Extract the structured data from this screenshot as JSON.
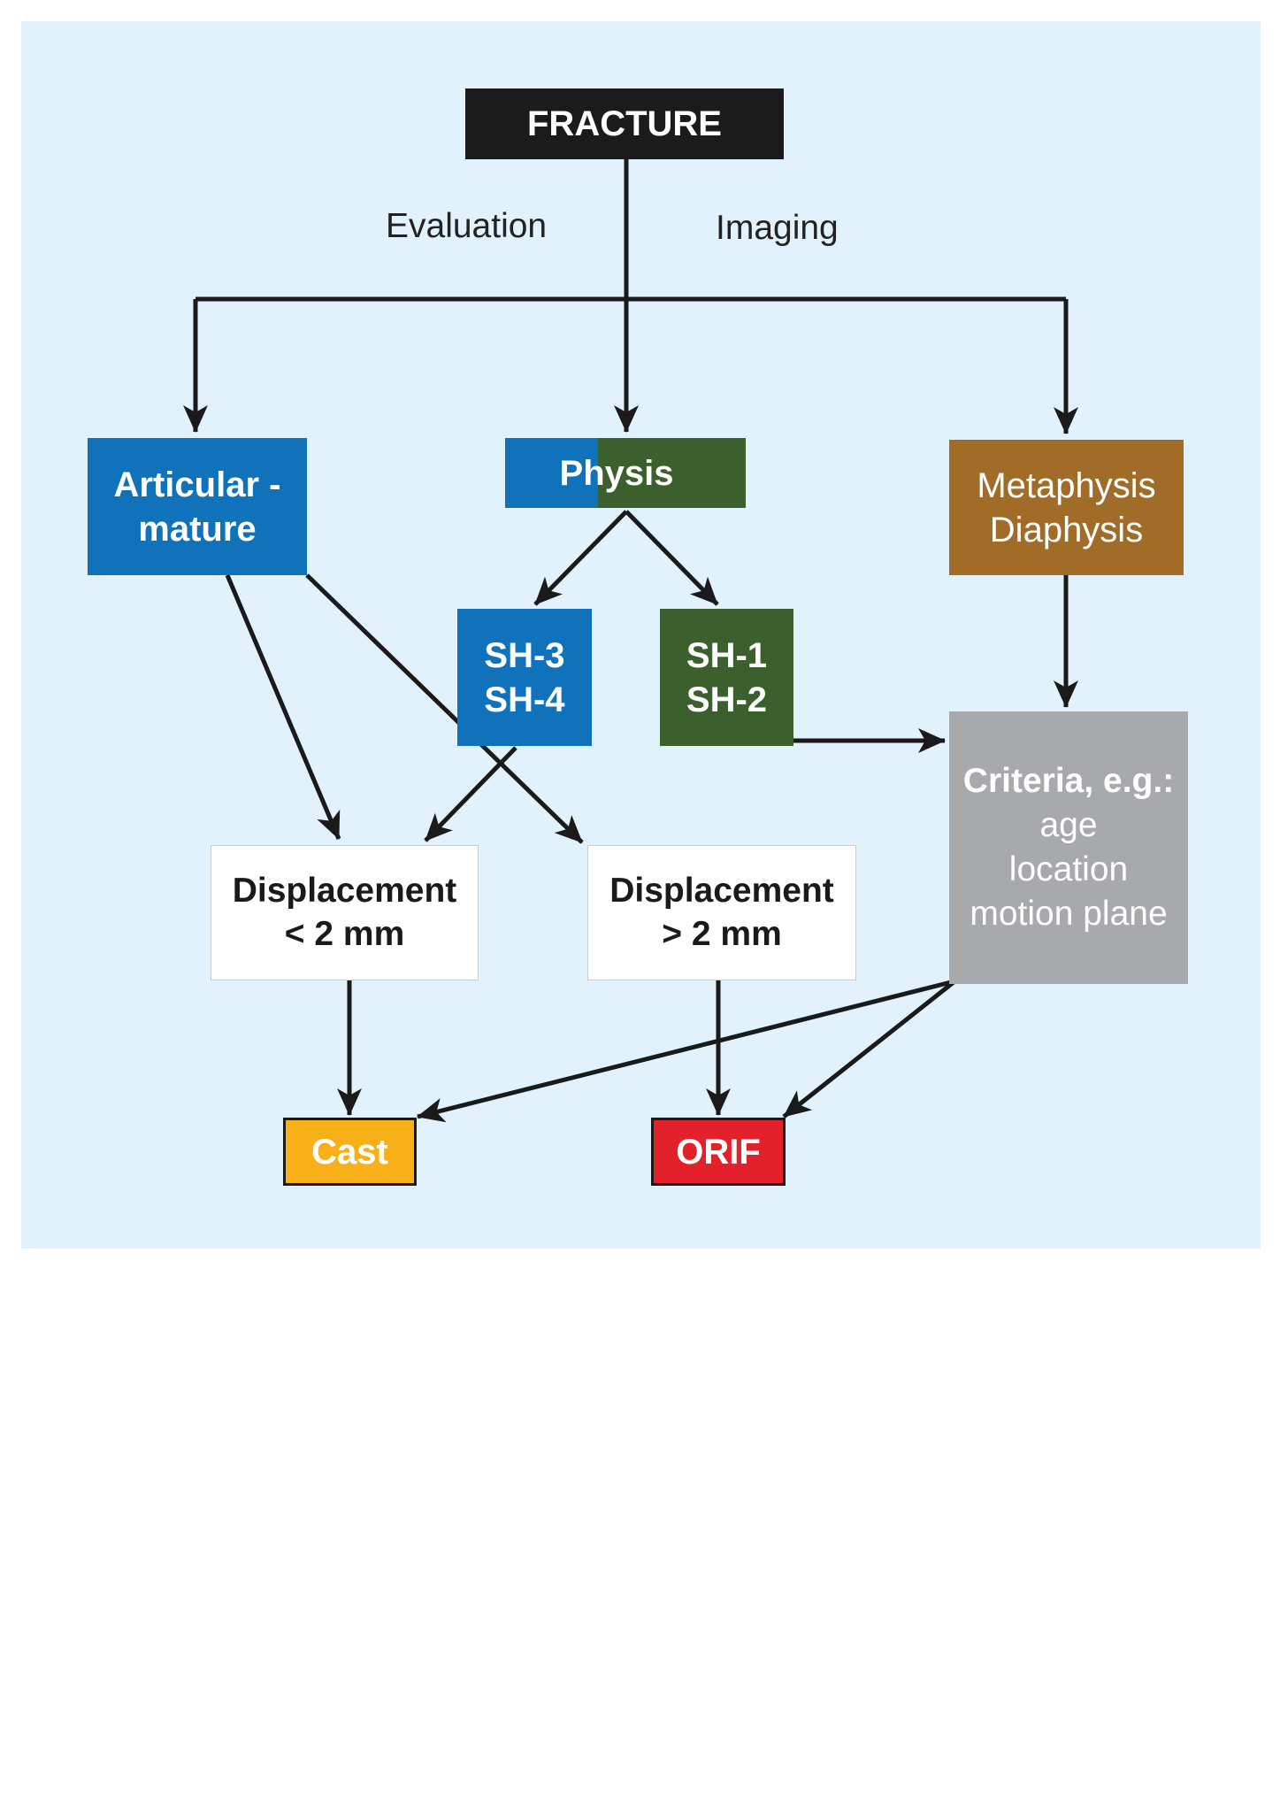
{
  "colors": {
    "panel_bg": "#e1f2fc",
    "fracture": "#1b1b1b",
    "articular": "#0f72bb",
    "physis_blue": "#0f72bb",
    "physis_green": "#3b5f2d",
    "sh34": "#0f72bb",
    "sh12": "#3b5f2d",
    "metaphysis": "#a16b28",
    "criteria": "#a7a9ac",
    "displacement": "#ffffff",
    "cast": "#f8b019",
    "orif": "#e3212a",
    "arrows": "#1a1a1a"
  },
  "nodes": {
    "fracture": {
      "text": "FRACTURE"
    },
    "articular": {
      "line1": "Articular -",
      "line2": "mature"
    },
    "physis": {
      "text": "Physis"
    },
    "metaphysis": {
      "line1": "Metaphysis",
      "line2": "Diaphysis"
    },
    "sh34": {
      "line1": "SH-3",
      "line2": "SH-4"
    },
    "sh12": {
      "line1": "SH-1",
      "line2": "SH-2"
    },
    "criteria": {
      "heading": "Criteria, e.g.:",
      "items": [
        "age",
        "location",
        "motion plane"
      ]
    },
    "disp_lt": {
      "line1": "Displacement",
      "line2": "< 2 mm"
    },
    "disp_gt": {
      "line1": "Displacement",
      "line2": "> 2 mm"
    },
    "cast": {
      "text": "Cast"
    },
    "orif": {
      "text": "ORIF"
    }
  },
  "labels": {
    "evaluation": "Evaluation",
    "imaging": "Imaging"
  },
  "edges": [
    {
      "from": "fracture",
      "to": "articular"
    },
    {
      "from": "fracture",
      "to": "physis"
    },
    {
      "from": "fracture",
      "to": "metaphysis"
    },
    {
      "from": "physis",
      "to": "sh34"
    },
    {
      "from": "physis",
      "to": "sh12"
    },
    {
      "from": "metaphysis",
      "to": "criteria"
    },
    {
      "from": "sh12",
      "to": "criteria"
    },
    {
      "from": "articular",
      "to": "disp_lt"
    },
    {
      "from": "articular",
      "to": "disp_gt"
    },
    {
      "from": "sh34",
      "to": "disp_lt"
    },
    {
      "from": "disp_lt",
      "to": "cast"
    },
    {
      "from": "disp_gt",
      "to": "orif"
    },
    {
      "from": "criteria",
      "to": "cast"
    },
    {
      "from": "criteria",
      "to": "orif"
    }
  ]
}
